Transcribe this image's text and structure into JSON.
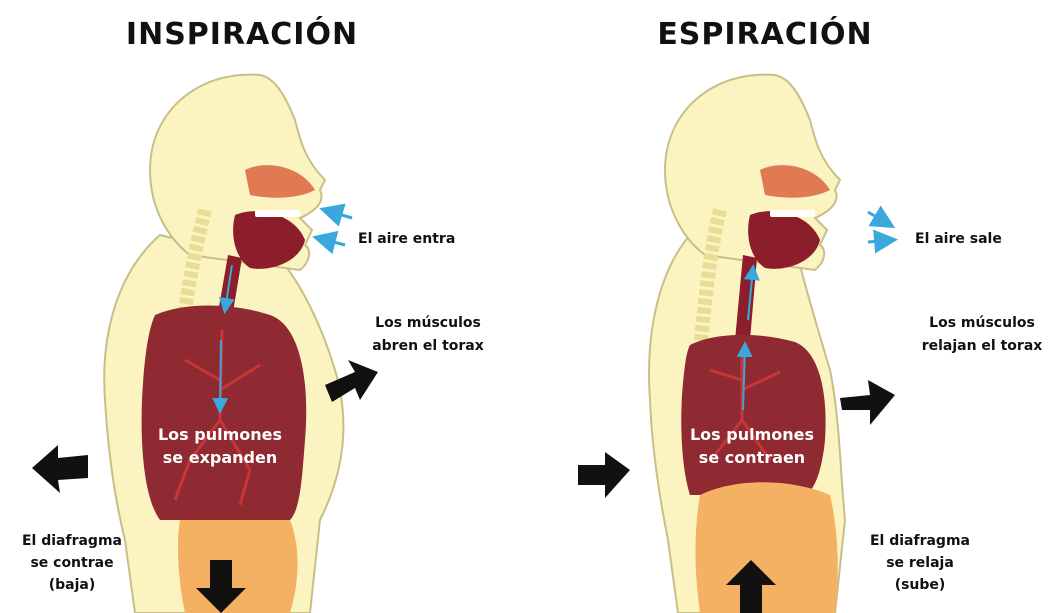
{
  "colors": {
    "skin": "#fbf4c0",
    "skin_outline": "#c8bf88",
    "lung": "#8f2a33",
    "lung_dark": "#6b1c25",
    "vessel": "#c73535",
    "head_cavity": "#e07a52",
    "mouth": "#8b1e2a",
    "diaphragm": "#f4b063",
    "arrow_blue": "#3aa8dc",
    "arrow_black": "#111111"
  },
  "left": {
    "title": "INSPIRACIÓN",
    "air_label": "El aire entra",
    "muscles_label": [
      "Los músculos",
      "abren el torax"
    ],
    "lungs_label": [
      "Los pulmones",
      "se expanden"
    ],
    "diaphragm_label": [
      "El diafragma",
      "se contrae",
      "(baja)"
    ]
  },
  "right": {
    "title": "ESPIRACIÓN",
    "air_label": "El aire sale",
    "muscles_label": [
      "Los músculos",
      "relajan el torax"
    ],
    "lungs_label": [
      "Los pulmones",
      "se contraen"
    ],
    "diaphragm_label": [
      "El diafragma",
      "se relaja",
      "(sube)"
    ]
  }
}
